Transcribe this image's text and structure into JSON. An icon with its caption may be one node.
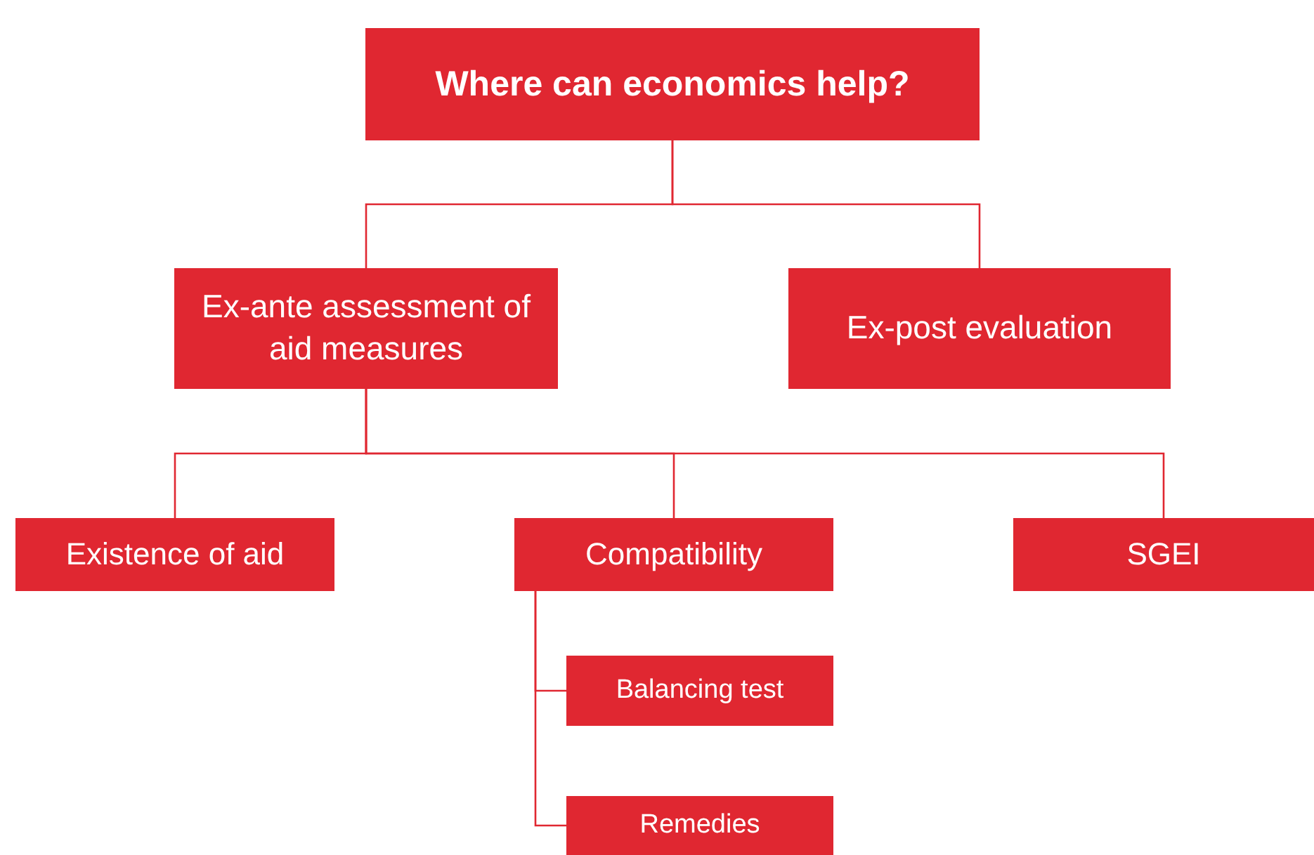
{
  "diagram": {
    "nodes": [
      {
        "text": [
          "Where can economics help?"
        ]
      },
      {
        "text": [
          "Ex-ante assessment of aid measures"
        ]
      },
      {
        "text": [
          "Ex-post evaluation"
        ]
      },
      {
        "text": [
          "Existence of aid"
        ]
      },
      {
        "text": [
          "Compatibility"
        ]
      },
      {
        "text": [
          "SGEI"
        ]
      },
      {
        "text": [
          "Balancing test"
        ]
      },
      {
        "text": [
          "Remedies"
        ]
      }
    ],
    "edges": [
      {
        "from": 0,
        "to": 1,
        "arrow": "none"
      },
      {
        "from": 0,
        "to": 2,
        "arrow": "none"
      },
      {
        "from": 1,
        "to": 3,
        "arrow": "none"
      },
      {
        "from": 1,
        "to": 4,
        "arrow": "none"
      },
      {
        "from": 1,
        "to": 5,
        "arrow": "none"
      },
      {
        "from": 4,
        "to": 6,
        "arrow": "none"
      },
      {
        "from": 4,
        "to": 7,
        "arrow": "none"
      }
    ]
  }
}
